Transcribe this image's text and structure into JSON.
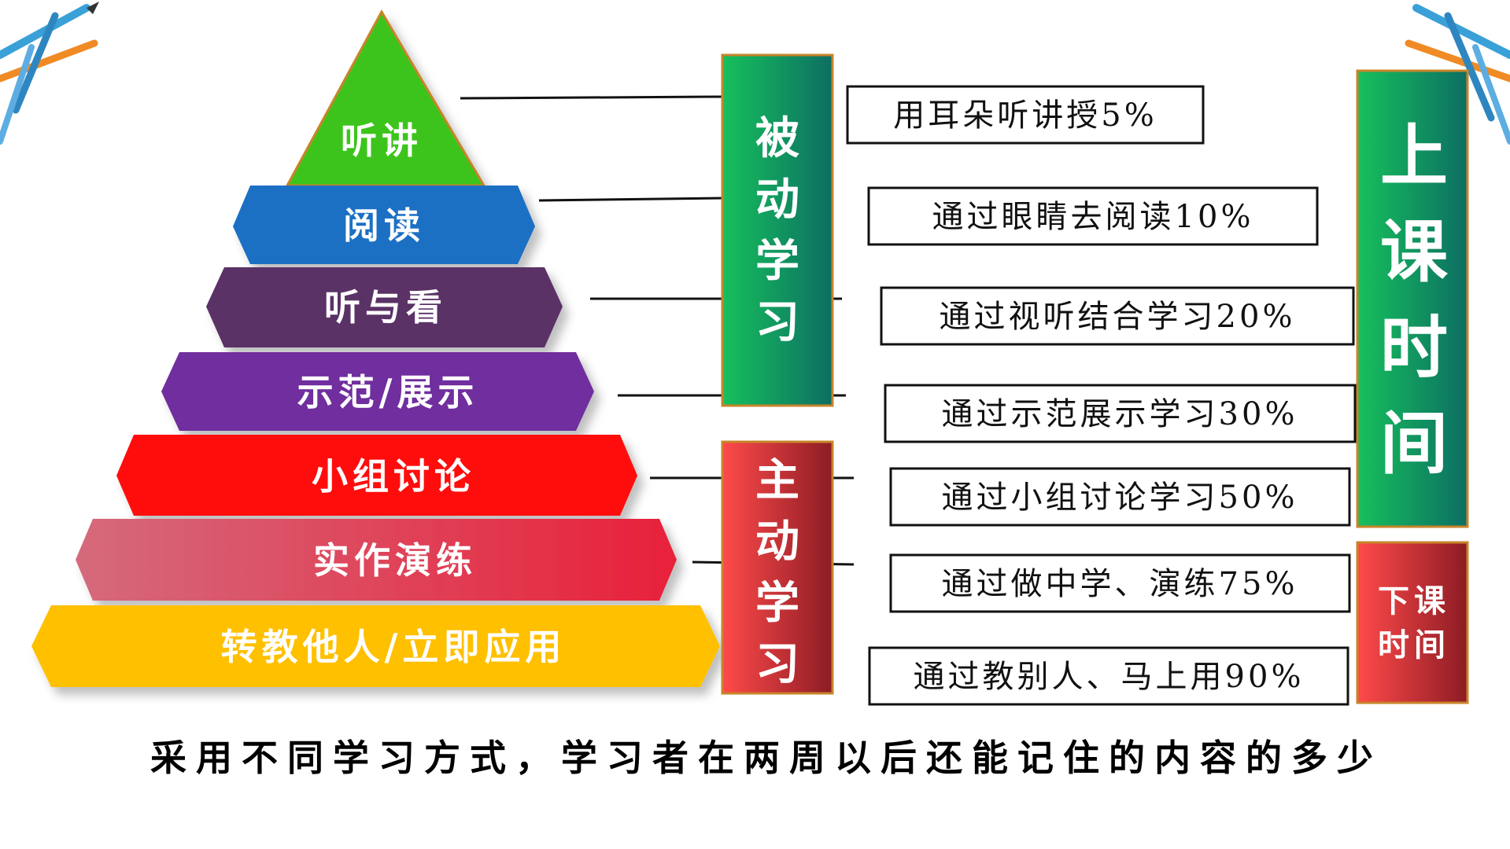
{
  "pyramid": {
    "tiers": [
      {
        "label": "听讲",
        "color": "#3cc41e"
      },
      {
        "label": "阅读",
        "color": "#1b6fc4"
      },
      {
        "label": "听与看",
        "color": "#5a3066"
      },
      {
        "label": "示范/展示",
        "color": "#6f2f9e"
      },
      {
        "label": "小组讨论",
        "color": "#ff1010"
      },
      {
        "label": "实作演练",
        "color": "#e0435c"
      },
      {
        "label": "转教他人/立即应用",
        "color": "#ffc000"
      }
    ]
  },
  "categories": {
    "passive": {
      "label": "被动学习",
      "color": "#18b860"
    },
    "active": {
      "label": "主动学习",
      "color": "#e83030"
    }
  },
  "retention": [
    {
      "text": "用耳朵听讲授5%"
    },
    {
      "text": "通过眼睛去阅读10%"
    },
    {
      "text": "通过视听结合学习20%"
    },
    {
      "text": "通过示范展示学习30%"
    },
    {
      "text": "通过小组讨论学习50%"
    },
    {
      "text": "通过做中学、演练75%"
    },
    {
      "text": "通过教别人、马上用90%"
    }
  ],
  "time": {
    "in_class": "上课时间",
    "after_class_line1": "下课",
    "after_class_line2": "时间"
  },
  "caption": "采用不同学习方式，学习者在两周以后还能记住的内容的多少"
}
